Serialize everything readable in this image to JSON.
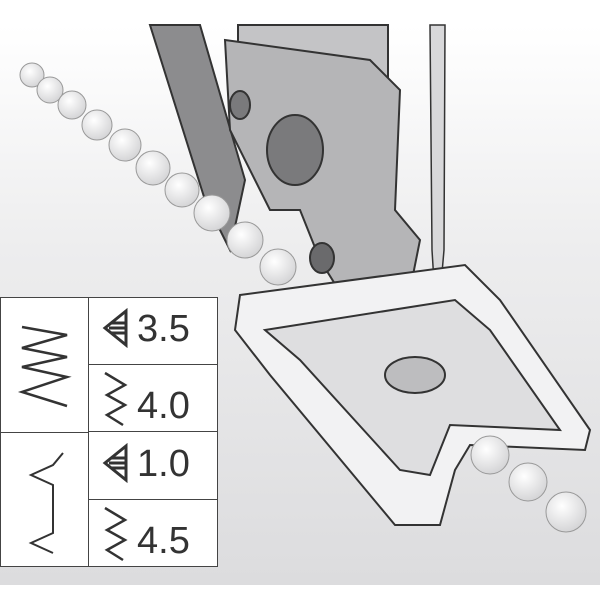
{
  "stitch_table": {
    "rows": [
      {
        "stitch_icon": "zigzag-stitch-icon",
        "settings": [
          {
            "icon": "stitch-length-icon",
            "value": "3.5"
          },
          {
            "icon": "stitch-width-icon",
            "value": "4.0"
          }
        ]
      },
      {
        "stitch_icon": "bead-stitch-icon",
        "settings": [
          {
            "icon": "stitch-length-icon",
            "value": "1.0"
          },
          {
            "icon": "stitch-width-icon",
            "value": "4.5"
          }
        ]
      }
    ]
  },
  "colors": {
    "metal": "#b9b9bb",
    "outline": "#333333",
    "background": "#e6e6e8"
  }
}
